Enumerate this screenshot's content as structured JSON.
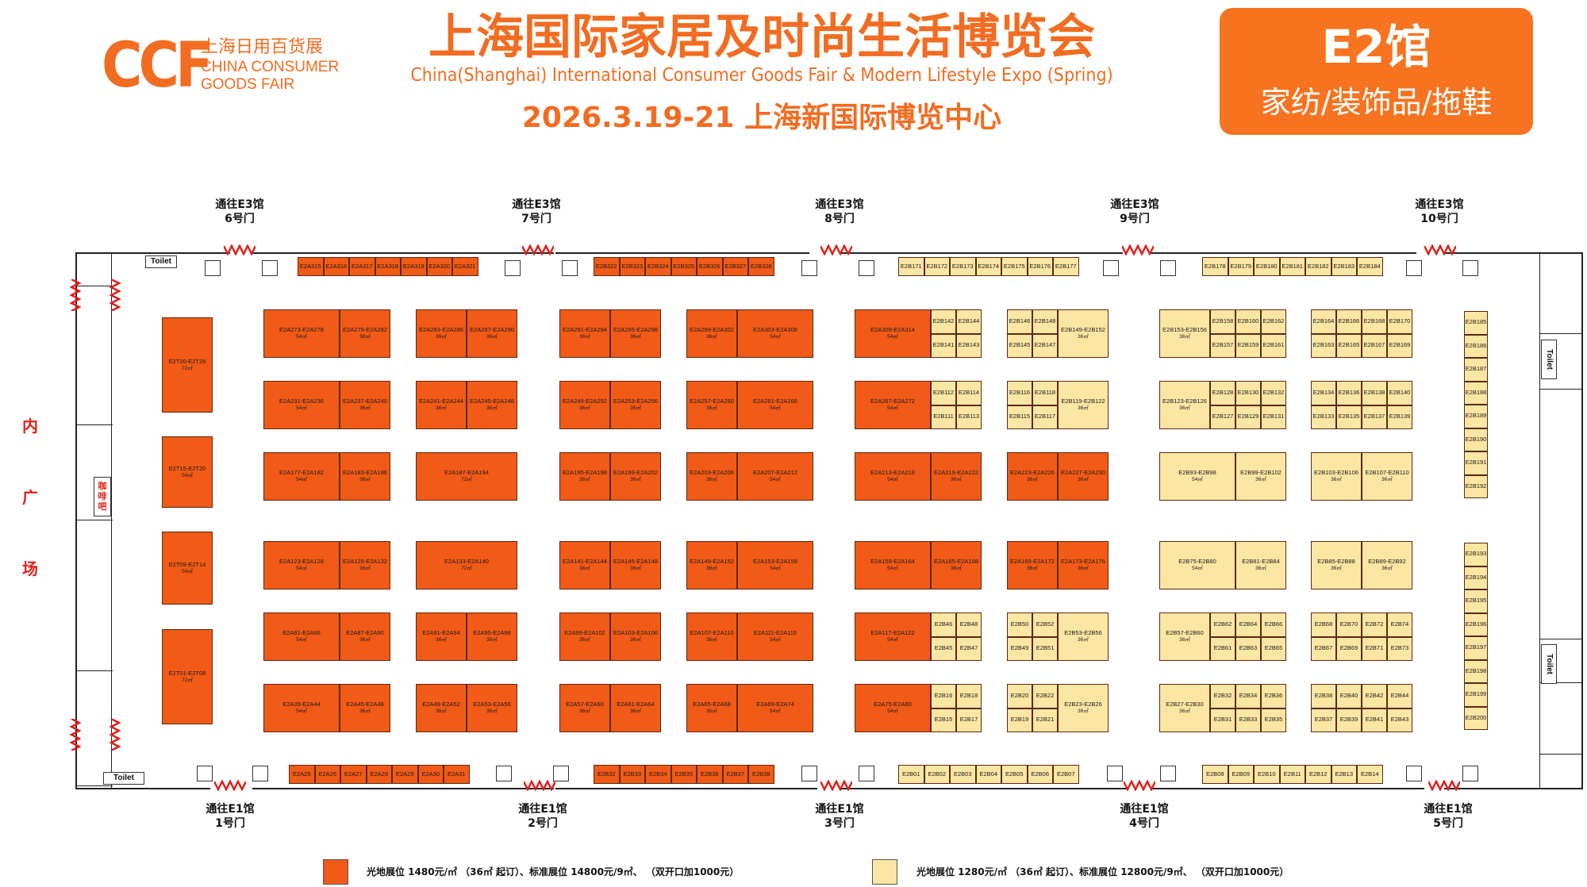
{
  "header": {
    "logo_main": "CCF",
    "logo_cn": "上海日用百货展",
    "logo_en_1": "CHINA CONSUMER",
    "logo_en_2": "GOODS FAIR",
    "title_cn": "上海国际家居及时尚生活博览会",
    "title_en": "China(Shanghai) International Consumer Goods Fair & Modern Lifestyle Expo (Spring)",
    "date_venue": "2026.3.19-21  上海新国际博览中心",
    "hall_name": "E2馆",
    "hall_category": "家纺/装饰品/拖鞋"
  },
  "colors": {
    "orange": "#f15a17",
    "yellow": "#fce6a3",
    "accent": "#f26c21",
    "red_text": "#e0201b"
  },
  "gates_top": [
    {
      "l1": "通往E3馆",
      "l2": "6号门"
    },
    {
      "l1": "通往E3馆",
      "l2": "7号门"
    },
    {
      "l1": "通往E3馆",
      "l2": "8号门"
    },
    {
      "l1": "通往E3馆",
      "l2": "9号门"
    },
    {
      "l1": "通往E3馆",
      "l2": "10号门"
    }
  ],
  "gates_bottom": [
    {
      "l1": "通往E1馆",
      "l2": "1号门"
    },
    {
      "l1": "通往E1馆",
      "l2": "2号门"
    },
    {
      "l1": "通往E1馆",
      "l2": "3号门"
    },
    {
      "l1": "通往E1馆",
      "l2": "4号门"
    },
    {
      "l1": "通往E1馆",
      "l2": "5号门"
    }
  ],
  "facilities": {
    "toilet": "Toilet",
    "cafe": "咖啡吧",
    "plaza": [
      "内",
      "广",
      "场"
    ]
  },
  "legend": [
    {
      "text": "光地展位 1480元/㎡ （36㎡ 起订）、标准展位 14800元/9㎡、 （双开口加1000元）"
    },
    {
      "text": "光地展位 1280元/㎡ （36㎡ 起订）、标准展位 12800元/9㎡、 （双开口加1000元）"
    }
  ],
  "booths": {
    "top_orange_1": [
      "E2A315",
      "E2A316",
      "E2A317",
      "E2A318",
      "E2A319",
      "E2A320",
      "E2A321"
    ],
    "top_orange_2": [
      "E2B322",
      "E2B323",
      "E2B324",
      "E2B325",
      "E2B326",
      "E2B327",
      "E2B328"
    ],
    "top_yellow_1": [
      "E2B171",
      "E2B172",
      "E2B173",
      "E2B174",
      "E2B175",
      "E2B176",
      "E2B177"
    ],
    "top_yellow_2": [
      "E2B178",
      "E2B179",
      "E2B180",
      "E2B181",
      "E2B182",
      "E2B183",
      "E2B184"
    ],
    "bottom_orange_1": [
      "E2A25",
      "E2A26",
      "E2A27",
      "E2A28",
      "E2A29",
      "E2A30",
      "E2A31"
    ],
    "bottom_orange_2": [
      "E2B32",
      "E2B33",
      "E2B34",
      "E2B35",
      "E2B36",
      "E2B37",
      "E2B38"
    ],
    "bottom_yellow_1": [
      "E2B01",
      "E2B02",
      "E2B03",
      "E2B04",
      "E2B05",
      "E2B06",
      "E2B07"
    ],
    "bottom_yellow_2": [
      "E2B08",
      "E2B09",
      "E2B10",
      "E2B11",
      "E2B12",
      "E2B13",
      "E2B14"
    ],
    "right_column_1": [
      "E2B185",
      "E2B186",
      "E2B187",
      "E2B188",
      "E2B189",
      "E2B190",
      "E2B191",
      "E2B192"
    ],
    "right_column_2": [
      "E2B193",
      "E2B194",
      "E2B195",
      "E2B196",
      "E2B197",
      "E2B198",
      "E2B199",
      "E2B200"
    ],
    "left_column": [
      {
        "label": "E2T20-E2T28",
        "area": "72㎡"
      },
      {
        "label": "E2T15-E2T20",
        "area": "54㎡"
      },
      {
        "label": "E2T09-E2T14",
        "area": "54㎡"
      },
      {
        "label": "E2T01-E2T08",
        "area": "72㎡"
      }
    ],
    "rows": [
      {
        "row1": [
          {
            "label": "E2A273-E2A278",
            "area": "54㎡"
          },
          {
            "label": "E2A279-E2A282",
            "area": "36㎡"
          },
          {
            "label": "E2A283-E2A286",
            "area": "36㎡"
          },
          {
            "label": "E2A287-E2A290",
            "area": "36㎡"
          },
          {
            "label": "E2A291-E2A294",
            "area": "36㎡"
          },
          {
            "label": "E2A295-E2A298",
            "area": "36㎡"
          },
          {
            "label": "E2A299-E2A302",
            "area": "36㎡"
          },
          {
            "label": "E2A303-E2A308",
            "area": "54㎡"
          },
          {
            "label": "E2A309-E2A314",
            "area": "54㎡"
          }
        ],
        "yellow_small_a": [
          "E2B142",
          "E2B144",
          "E2B141",
          "E2B143"
        ],
        "yellow_small_b": [
          "E2B146",
          "E2B148",
          "E2B145",
          "E2B147"
        ],
        "yellow_big_b": {
          "label": "E2B149-E2B152",
          "area": "36㎡"
        },
        "yellow_big_c": {
          "label": "E2B153-E2B156",
          "area": "36㎡"
        },
        "yellow_small_c": [
          "E2B158",
          "E2B160",
          "E2B162",
          "E2B157",
          "E2B159",
          "E2B161"
        ],
        "yellow_small_d": [
          "E2B164",
          "E2B166",
          "E2B168",
          "E2B170",
          "E2B163",
          "E2B165",
          "E2B167",
          "E2B169"
        ]
      },
      {
        "row1": [
          {
            "label": "E2A231-E2A236",
            "area": "54㎡"
          },
          {
            "label": "E2A237-E2A240",
            "area": "36㎡"
          },
          {
            "label": "E2A241-E2A244",
            "area": "36㎡"
          },
          {
            "label": "E2A245-E2A248",
            "area": "36㎡"
          },
          {
            "label": "E2A249-E2A252",
            "area": "36㎡"
          },
          {
            "label": "E2A253-E2A256",
            "area": "36㎡"
          },
          {
            "label": "E2A257-E2A260",
            "area": "36㎡"
          },
          {
            "label": "E2A261-E2A266",
            "area": "54㎡"
          },
          {
            "label": "E2A267-E2A272",
            "area": "54㎡"
          }
        ],
        "yellow_small_a": [
          "E2B112",
          "E2B114",
          "E2B111",
          "E2B113"
        ],
        "yellow_small_b": [
          "E2B116",
          "E2B118",
          "E2B115",
          "E2B117"
        ],
        "yellow_big_b": {
          "label": "E2B119-E2B122",
          "area": "36㎡"
        },
        "yellow_big_c": {
          "label": "E2B123-E2B126",
          "area": "36㎡"
        },
        "yellow_small_c": [
          "E2B128",
          "E2B130",
          "E2B132",
          "E2B127",
          "E2B129",
          "E2B131"
        ],
        "yellow_small_d": [
          "E2B134",
          "E2B136",
          "E2B138",
          "E2B140",
          "E2B133",
          "E2B135",
          "E2B137",
          "E2B139"
        ]
      },
      {
        "row1": [
          {
            "label": "E2A177-E2A182",
            "area": "54㎡"
          },
          {
            "label": "E2A183-E2A186",
            "area": "36㎡"
          },
          {
            "label": "E2A187-E2A194",
            "area": "72㎡"
          },
          {
            "label": "E2A195-E2A198",
            "area": "36㎡"
          },
          {
            "label": "E2A199-E2A202",
            "area": "36㎡"
          },
          {
            "label": "E2A203-E2A206",
            "area": "36㎡"
          },
          {
            "label": "E2A207-E2A212",
            "area": "54㎡"
          },
          {
            "label": "E2A213-E2A218",
            "area": "54㎡"
          },
          {
            "label": "E2A219-E2A222",
            "area": "36㎡"
          },
          {
            "label": "E2A223-E2A226",
            "area": "36㎡"
          },
          {
            "label": "E2A227-E2A230",
            "area": "36㎡"
          }
        ],
        "yellow": [
          {
            "label": "E2B93-E2B98",
            "area": "54㎡"
          },
          {
            "label": "E2B99-E2B102",
            "area": "36㎡"
          },
          {
            "label": "E2B103-E2B106",
            "area": "36㎡"
          },
          {
            "label": "E2B107-E2B110",
            "area": "36㎡"
          }
        ]
      },
      {
        "row1": [
          {
            "label": "E2A123-E2A128",
            "area": "54㎡"
          },
          {
            "label": "E2A129-E2A132",
            "area": "36㎡"
          },
          {
            "label": "E2A133-E2A140",
            "area": "72㎡"
          },
          {
            "label": "E2A141-E2A144",
            "area": "36㎡"
          },
          {
            "label": "E2A145-E2A148",
            "area": "36㎡"
          },
          {
            "label": "E2A149-E2A152",
            "area": "36㎡"
          },
          {
            "label": "E2A153-E2A158",
            "area": "54㎡"
          },
          {
            "label": "E2A159-E2A164",
            "area": "54㎡"
          },
          {
            "label": "E2A165-E2A168",
            "area": "36㎡"
          },
          {
            "label": "E2A169-E2A172",
            "area": "36㎡"
          },
          {
            "label": "E2A173-E2A176",
            "area": "36㎡"
          }
        ],
        "yellow": [
          {
            "label": "E2B75-E2B80",
            "area": "54㎡"
          },
          {
            "label": "E2B81-E2B84",
            "area": "36㎡"
          },
          {
            "label": "E2B85-E2B88",
            "area": "36㎡"
          },
          {
            "label": "E2B89-E2B92",
            "area": "36㎡"
          }
        ]
      },
      {
        "row1": [
          {
            "label": "E2A81-E2A86",
            "area": "54㎡"
          },
          {
            "label": "E2A87-E2A90",
            "area": "36㎡"
          },
          {
            "label": "E2A91-E2A94",
            "area": "36㎡"
          },
          {
            "label": "E2A95-E2A98",
            "area": "36㎡"
          },
          {
            "label": "E2A99-E2A102",
            "area": "36㎡"
          },
          {
            "label": "E2A103-E2A106",
            "area": "36㎡"
          },
          {
            "label": "E2A107-E2A110",
            "area": "36㎡"
          },
          {
            "label": "E2A111-E2A116",
            "area": "54㎡"
          },
          {
            "label": "E2A117-E2A122",
            "area": "54㎡"
          }
        ],
        "yellow_small_a": [
          "E2B46",
          "E2B48",
          "E2B45",
          "E2B47"
        ],
        "yellow_small_b": [
          "E2B50",
          "E2B52",
          "E2B49",
          "E2B51"
        ],
        "yellow_big_b": {
          "label": "E2B53-E2B56",
          "area": "36㎡"
        },
        "yellow_big_c": {
          "label": "E2B57-E2B60",
          "area": "36㎡"
        },
        "yellow_small_c": [
          "E2B62",
          "E2B64",
          "E2B66",
          "E2B61",
          "E2B63",
          "E2B65"
        ],
        "yellow_small_d": [
          "E2B68",
          "E2B70",
          "E2B72",
          "E2B74",
          "E2B67",
          "E2B69",
          "E2B71",
          "E2B73"
        ]
      },
      {
        "row1": [
          {
            "label": "E2A39-E2A44",
            "area": "54㎡"
          },
          {
            "label": "E2A45-E2A48",
            "area": "36㎡"
          },
          {
            "label": "E2A49-E2A52",
            "area": "36㎡"
          },
          {
            "label": "E2A53-E2A56",
            "area": "36㎡"
          },
          {
            "label": "E2A57-E2A60",
            "area": "36㎡"
          },
          {
            "label": "E2A61-E2A64",
            "area": "36㎡"
          },
          {
            "label": "E2A65-E2A68",
            "area": "36㎡"
          },
          {
            "label": "E2A69-E2A74",
            "area": "54㎡"
          },
          {
            "label": "E2A75-E2A80",
            "area": "54㎡"
          }
        ],
        "yellow_small_a": [
          "E2B16",
          "E2B18",
          "E2B15",
          "E2B17"
        ],
        "yellow_small_b": [
          "E2B20",
          "E2B22",
          "E2B19",
          "E2B21"
        ],
        "yellow_big_b": {
          "label": "E2B23-E2B26",
          "area": "36㎡"
        },
        "yellow_big_c": {
          "label": "E2B27-E2B30",
          "area": "36㎡"
        },
        "yellow_small_c": [
          "E2B32",
          "E2B34",
          "E2B36",
          "E2B31",
          "E2B33",
          "E2B35"
        ],
        "yellow_small_d": [
          "E2B38",
          "E2B40",
          "E2B42",
          "E2B44",
          "E2B37",
          "E2B39",
          "E2B41",
          "E2B43"
        ]
      }
    ]
  }
}
